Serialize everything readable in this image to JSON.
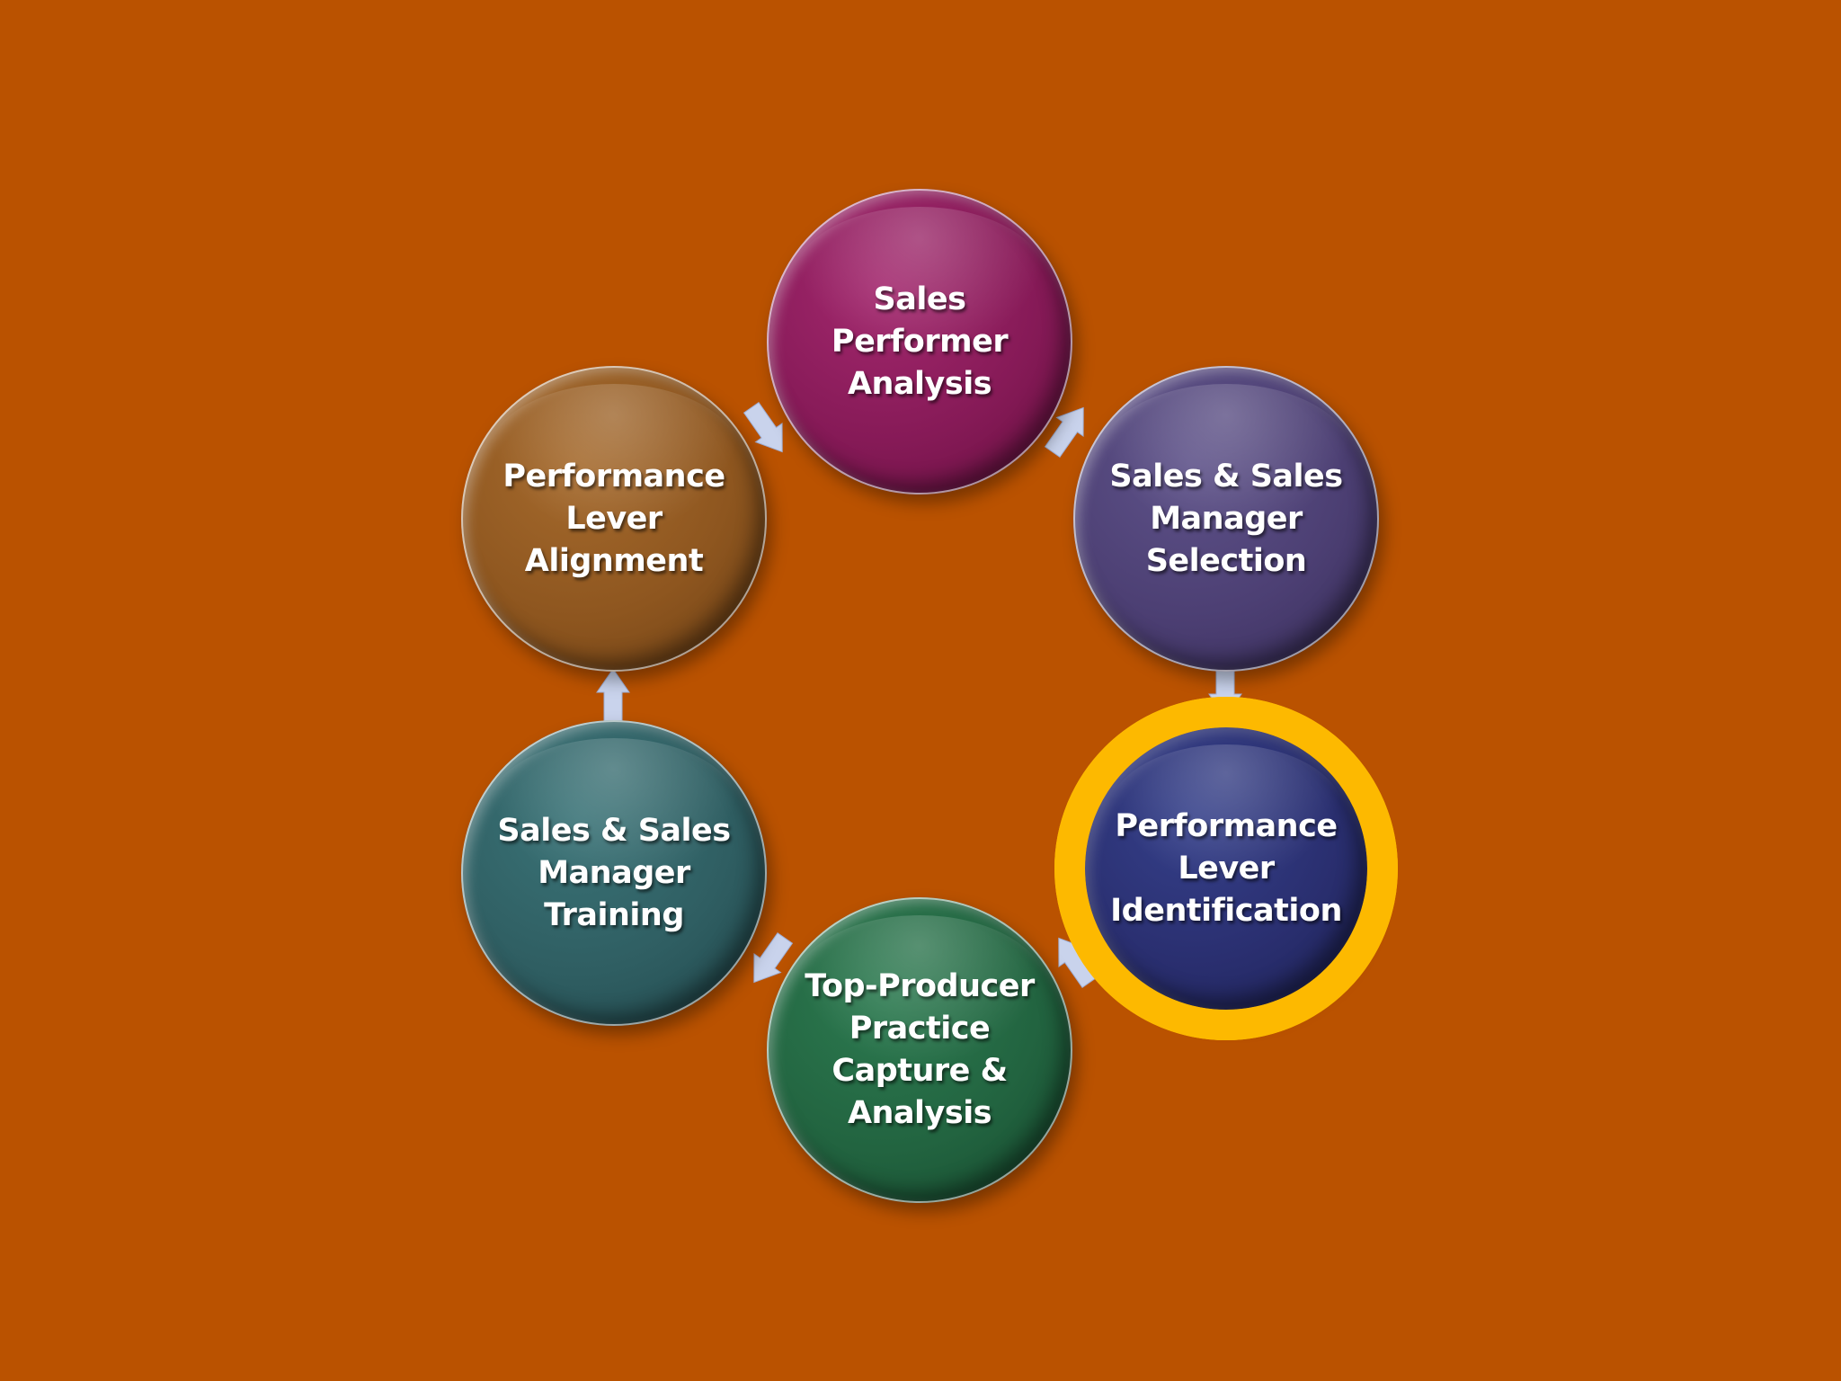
{
  "colors": {
    "background": "#BA5200",
    "highlight_ring": "#FDB900",
    "connector": "#C9D3EC"
  },
  "cycle": {
    "nodes": [
      {
        "id": "sales-performer-analysis",
        "label": "Sales\nPerformer\nAnalysis",
        "color": "#861A57",
        "highlighted": false
      },
      {
        "id": "sales-manager-selection",
        "label": "Sales & Sales\nManager\nSelection",
        "color": "#4C3F73",
        "highlighted": false
      },
      {
        "id": "performance-lever-identification",
        "label": "Performance\nLever\nIdentification",
        "color": "#2A2F70",
        "highlighted": true
      },
      {
        "id": "top-producer-practice",
        "label": "Top-Producer\nPractice\nCapture &\nAnalysis",
        "color": "#226440",
        "highlighted": false
      },
      {
        "id": "sales-manager-training",
        "label": "Sales & Sales\nManager\nTraining",
        "color": "#2F5E62",
        "highlighted": false
      },
      {
        "id": "performance-lever-alignment",
        "label": "Performance\nLever\nAlignment",
        "color": "#8E561F",
        "highlighted": false
      }
    ]
  }
}
